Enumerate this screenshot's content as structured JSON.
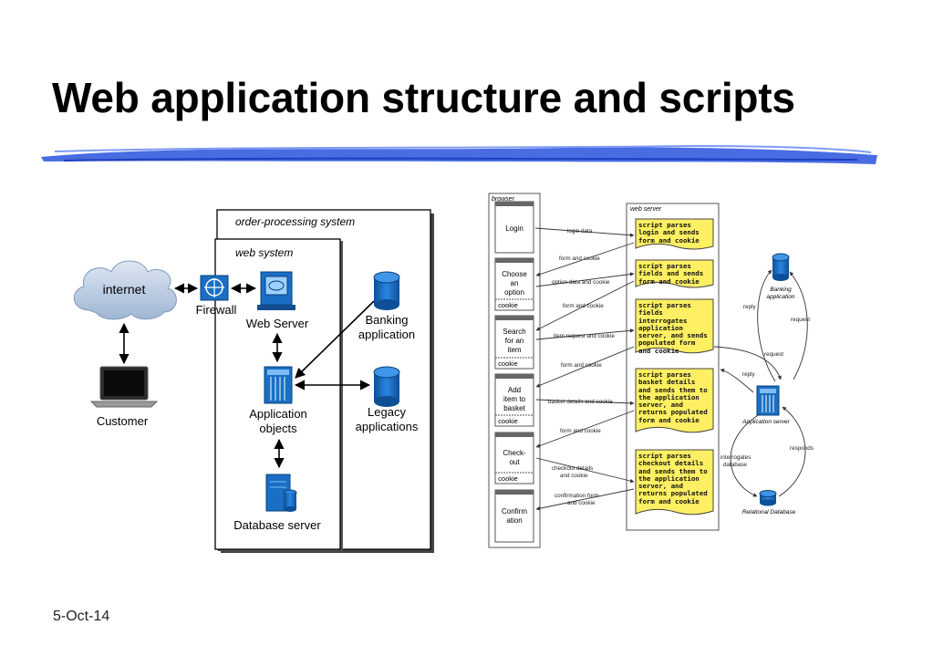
{
  "slide": {
    "title": "Web application structure and scripts",
    "date": "5-Oct-14"
  },
  "left_diagram": {
    "outer_label": "order-processing  system",
    "inner_label": "web system",
    "nodes": {
      "internet": "internet",
      "customer": "Customer",
      "firewall": "Firewall",
      "web_server": "Web Server",
      "app_objects_1": "Application",
      "app_objects_2": "objects",
      "db_server": "Database server",
      "banking_1": "Banking",
      "banking_2": "application",
      "legacy_1": "Legacy",
      "legacy_2": "applications"
    }
  },
  "right_diagram": {
    "browser_label": "browser",
    "webserver_label": "web server",
    "pages": [
      "Login",
      "Choose an option",
      "Search for an item",
      "Add item to basket",
      "Check-out",
      "Confirmation"
    ],
    "page_cells": {
      "login": "Login",
      "choose": [
        "Choose",
        "an",
        "option"
      ],
      "search": [
        "Search",
        "for an",
        "item"
      ],
      "add": [
        "Add",
        "item to",
        "basket"
      ],
      "checkout": [
        "Check-",
        "out"
      ],
      "confirm": [
        "Confirm",
        "ation"
      ]
    },
    "cookie": "cookie",
    "arrows": {
      "a1": "login data",
      "a2": "form and cookie",
      "a3": "option data and cookie",
      "a4": "form and cookie",
      "a5": "item request and cookie",
      "a6": "form and cookie",
      "a7": "basket details and cookie",
      "a8": "form and cookie",
      "a9_1": "checkout details",
      "a9_2": "and cookie",
      "a10_1": "confirmation form",
      "a10_2": "and cookie"
    },
    "scripts": {
      "s1": "script parses\nlogin and sends\nform and cookie",
      "s2": "script parses\nfields and sends\nform and cookie",
      "s3": "script parses\nfields\ninterrogates\napplication\nserver, and sends\npopulated form\nand cookie",
      "s4": "script parses\nbasket details\nand sends them to\nthe application\nserver, and\nreturns populated\nform and cookie",
      "s5": "script parses\ncheckout details\nand sends them to\nthe application\nserver, and\nreturns populated\nform and cookie"
    },
    "backend": {
      "banking_1": "Banking",
      "banking_2": "application",
      "reply_top": "reply",
      "request_top": "request",
      "request_mid": "request",
      "reply_mid": "reply",
      "app_server": "Application server",
      "interrogates_1": "interrogates",
      "interrogates_2": "database",
      "responds": "responds",
      "relational_db": "Relational Database"
    }
  },
  "colors": {
    "brush_stroke": "#3a5fe0",
    "script_note": "#ffef63",
    "device_blue": "#1a6fc4",
    "cloud": "#b9cce3"
  }
}
